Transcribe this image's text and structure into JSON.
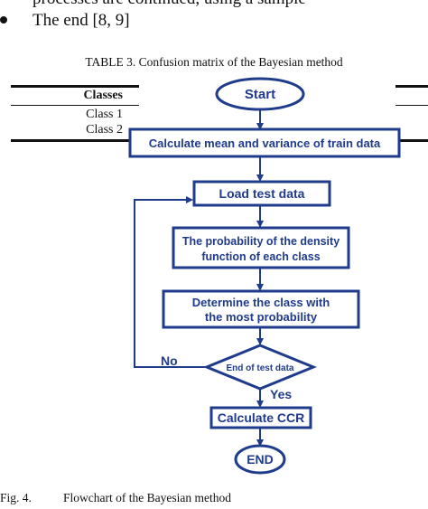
{
  "bullet": {
    "text": "The end [8, 9]",
    "cut_text": "processes are continued, using a sample"
  },
  "table": {
    "caption": "TABLE 3. Confusion matrix of the Bayesian method",
    "header": "Classes",
    "rows": [
      "Class 1",
      "Class 2"
    ]
  },
  "flowchart": {
    "start": "Start",
    "step_mean_variance": "Calculate mean and variance of train data",
    "step_load": "Load test data",
    "step_probability_line1": "The probability of the density",
    "step_probability_line2": "function of each class",
    "step_determine_line1": "Determine the class with",
    "step_determine_line2": "the most probability",
    "decision": "End of test data",
    "label_no": "No",
    "label_yes": "Yes",
    "step_ccr": "Calculate CCR",
    "end": "END",
    "colors": {
      "stroke": "#1f3b8c",
      "fill": "#ffffff"
    }
  },
  "figure": {
    "label": "Fig. 4.",
    "caption": "Flowchart of the Bayesian method"
  }
}
